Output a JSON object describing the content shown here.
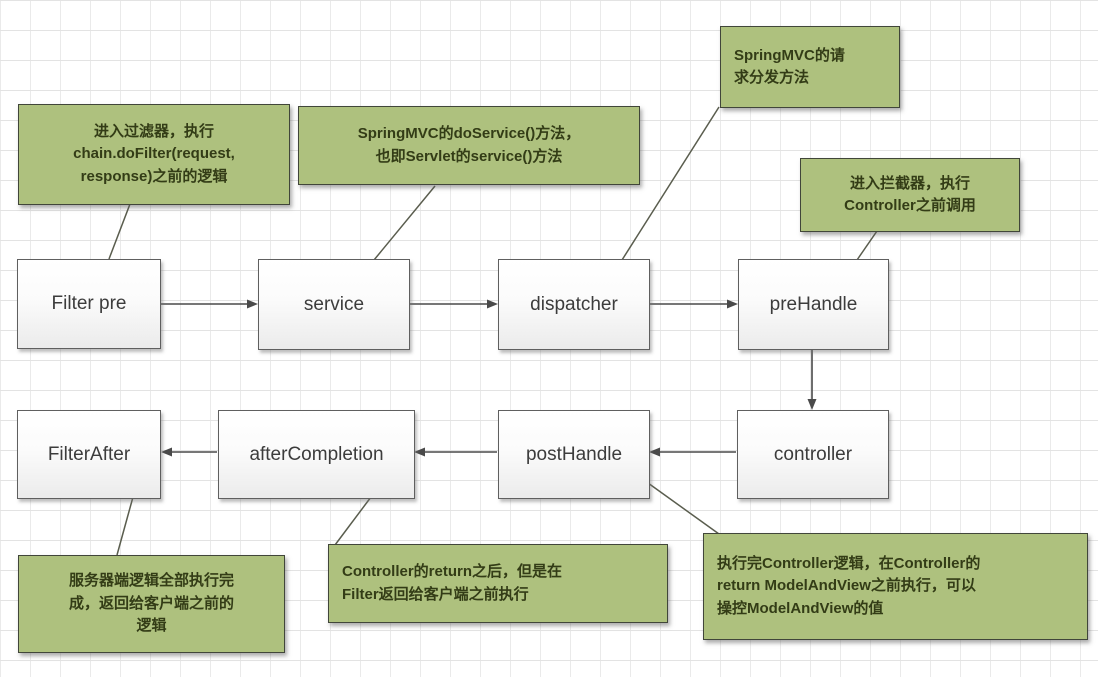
{
  "diagram_type": "flowchart",
  "subject": "SpringMVC filter / interceptor request lifecycle",
  "colors": {
    "callout_fill": "#aec17e",
    "callout_border": "#41463a",
    "callout_text": "#333c16",
    "node_fill_top": "#ffffff",
    "node_fill_bottom": "#ebebeb",
    "node_border": "#5f5f5f",
    "node_text": "#3c3c3c",
    "arrow": "#4a4a4a",
    "grid_line_h": "#e3e3e3",
    "grid_line_v": "#eaeaea"
  },
  "nodes": [
    {
      "id": "filter-pre",
      "label": "Filter pre"
    },
    {
      "id": "service",
      "label": "service"
    },
    {
      "id": "dispatcher",
      "label": "dispatcher"
    },
    {
      "id": "prehandle",
      "label": "preHandle"
    },
    {
      "id": "filterafter",
      "label": "FilterAfter"
    },
    {
      "id": "aftercompletion",
      "label": "afterCompletion"
    },
    {
      "id": "posthandle",
      "label": "postHandle"
    },
    {
      "id": "controller",
      "label": "controller"
    }
  ],
  "callouts": [
    {
      "id": "note-filter-pre",
      "target": "Filter pre",
      "text": "进入过滤器，执行\nchain.doFilter(request,\nresponse)之前的逻辑"
    },
    {
      "id": "note-service",
      "target": "service",
      "text": "SpringMVC的doService()方法，\n也即Servlet的service()方法"
    },
    {
      "id": "note-dispatcher",
      "target": "dispatcher",
      "text": "SpringMVC的请\n求分发方法"
    },
    {
      "id": "note-prehandle",
      "target": "preHandle",
      "text": "进入拦截器，执行\nController之前调用"
    },
    {
      "id": "note-filterafter",
      "target": "FilterAfter",
      "text": "服务器端逻辑全部执行完\n成，返回给客户端之前的\n逻辑"
    },
    {
      "id": "note-aftercompletion",
      "target": "afterCompletion",
      "text": "Controller的return之后，但是在\nFilter返回给客户端之前执行"
    },
    {
      "id": "note-posthandle",
      "target": "postHandle",
      "text": "执行完Controller逻辑，在Controller的\nreturn ModelAndView之前执行，可以\n操控ModelAndView的值"
    }
  ],
  "edges": [
    {
      "from": "Filter pre",
      "to": "service"
    },
    {
      "from": "service",
      "to": "dispatcher"
    },
    {
      "from": "dispatcher",
      "to": "preHandle"
    },
    {
      "from": "preHandle",
      "to": "controller"
    },
    {
      "from": "controller",
      "to": "postHandle"
    },
    {
      "from": "postHandle",
      "to": "afterCompletion"
    },
    {
      "from": "afterCompletion",
      "to": "FilterAfter"
    }
  ]
}
